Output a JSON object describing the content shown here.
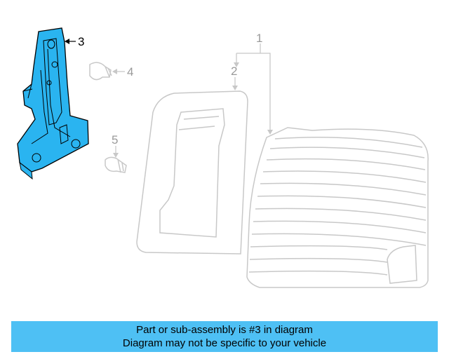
{
  "callouts": {
    "c1": "1",
    "c2": "2",
    "c3": "3",
    "c4": "4",
    "c5": "5"
  },
  "highlighted_part": "3",
  "colors": {
    "highlight_fill": "#2ab4f0",
    "line_gray": "#c8c8c8",
    "banner_bg": "#4ec0f4",
    "callout_text_dark": "#000000",
    "callout_text_gray": "#9a9a9a"
  },
  "banner": {
    "line1": "Part or sub-assembly is #3 in diagram",
    "line2": "Diagram may not be specific to your vehicle"
  }
}
